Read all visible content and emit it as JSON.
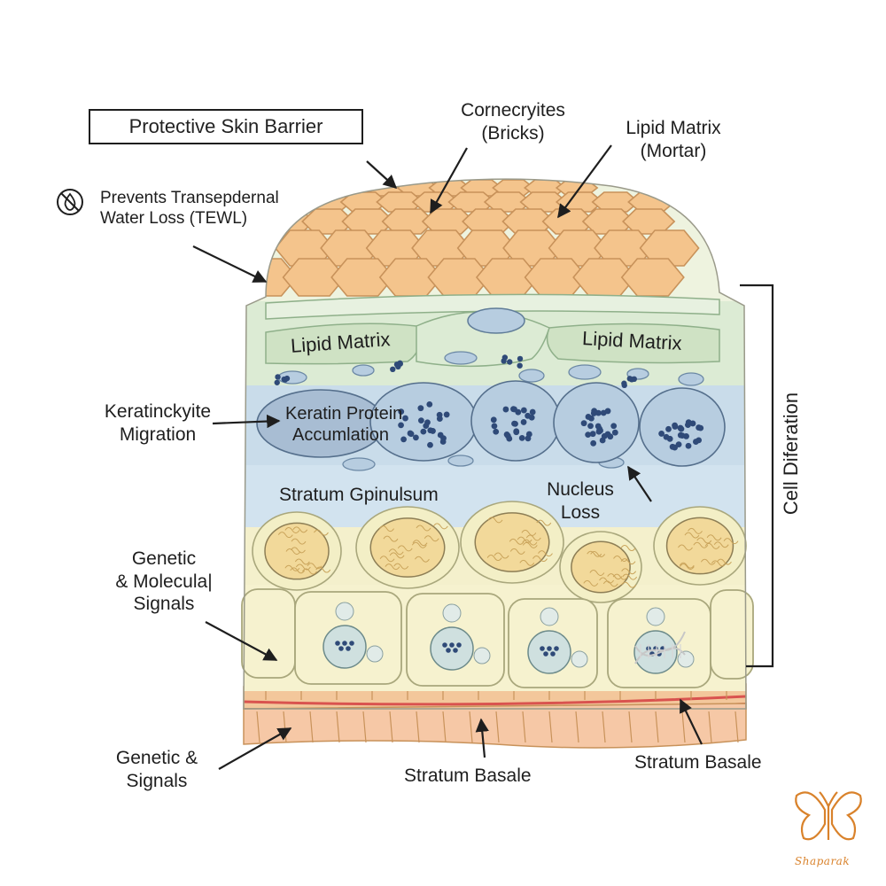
{
  "title_box": "Protective Skin Barrier",
  "tewl_label": [
    "Prevents Transepdernal",
    "Water Loss (TEWL)"
  ],
  "corneocytes_label": [
    "Cornecryites",
    "(Bricks)"
  ],
  "lipid_mortar_label": [
    "Lipid Matrix",
    "(Mortar)"
  ],
  "lipid_left": "Lipid Matrix",
  "lipid_right": "Lipid Matrix",
  "keratinocyte_label": [
    "Keratinckyite",
    "Migration"
  ],
  "keratin_label": [
    "Keratin Protein",
    "Accumlation"
  ],
  "spinulsum_label": "Stratum Gpinulsum",
  "nucleus_label": [
    "Nucleus",
    "Loss"
  ],
  "genetic_molecular_label": [
    "Genetic",
    "& Molecula|",
    "Signals"
  ],
  "genetic_signals_label": [
    "Genetic &",
    "Signals"
  ],
  "basale_center": "Stratum Basale",
  "basale_right": "Stratum Basale",
  "cell_diff_label": "Cell Diferation",
  "logo_text": "Shaparak",
  "colors": {
    "corneocyte": "#f4c48c",
    "corneocyte_stroke": "#c8925a",
    "lipid_green": "#dcebd4",
    "granular_blue": "#c9dcea",
    "cell_blue": "#b7cde0",
    "spinous_blue": "#d2e3ef",
    "basal_yellow": "#f6f2cf",
    "basal_stroke": "#a9a77c",
    "membrane_orange": "#f1b98a",
    "membrane_red": "#d9534f",
    "dot_navy": "#2f4a78",
    "logo_orange": "#d9822b"
  },
  "icons": [
    "no-water-drop-icon",
    "butterfly-logo-icon"
  ]
}
